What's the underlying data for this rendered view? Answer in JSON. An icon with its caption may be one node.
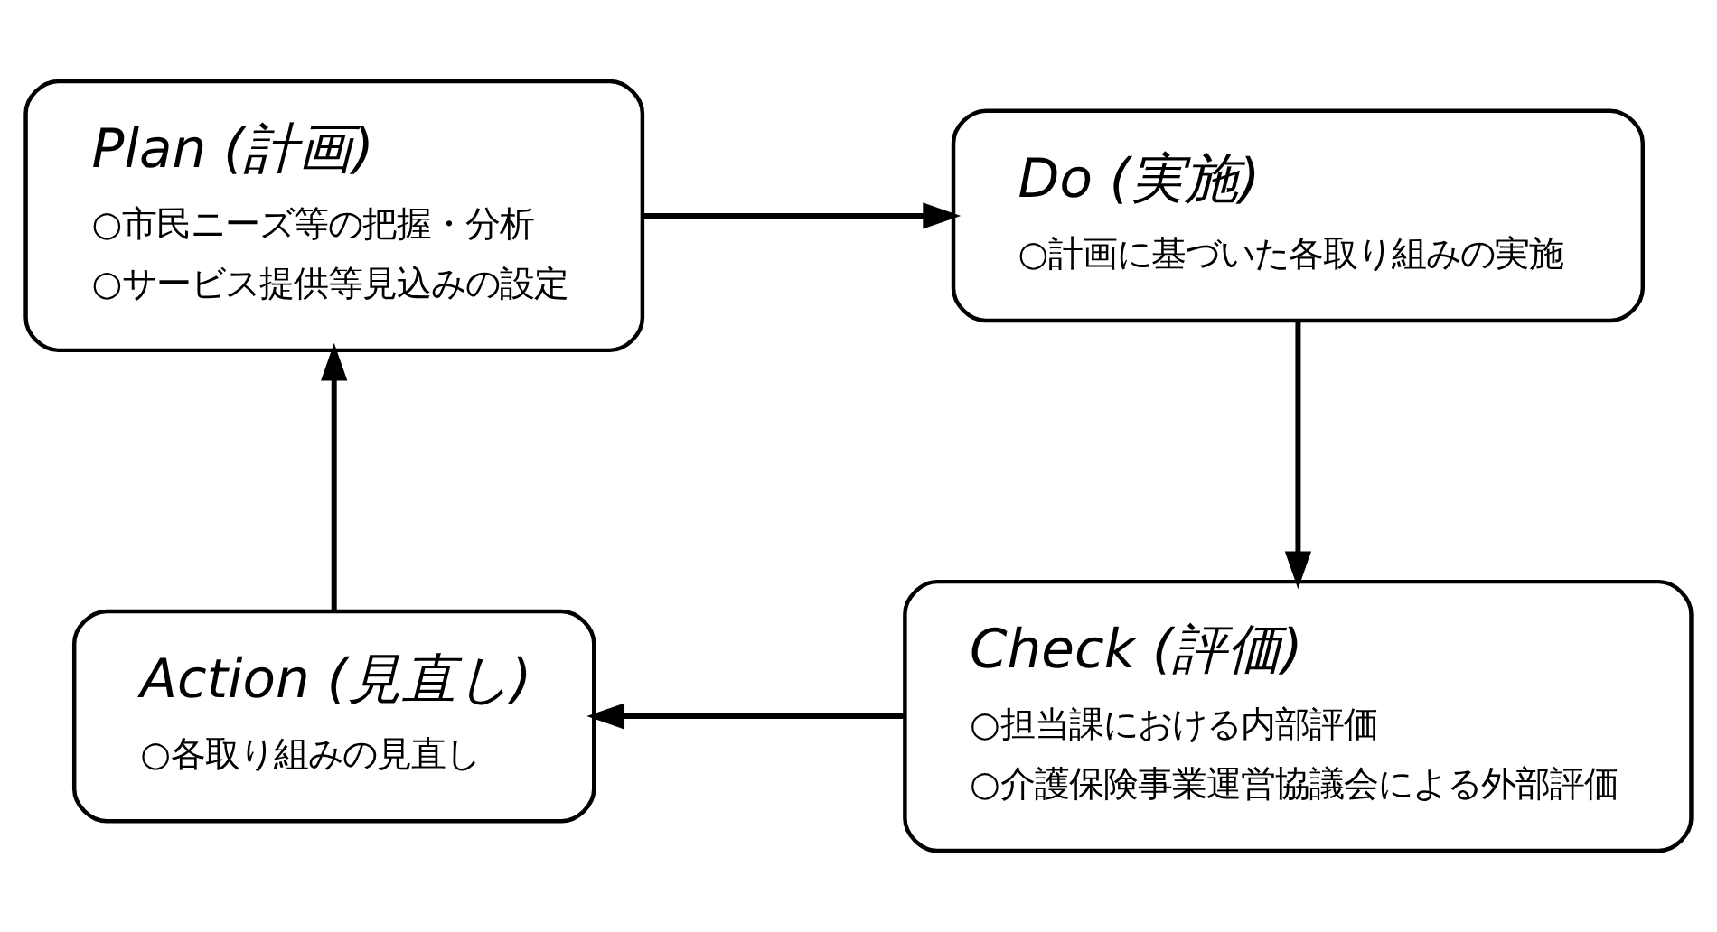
{
  "diagram": {
    "nodes": [
      {
        "text": [
          "Plan (計画)",
          "○市民ニーズ等の把握・分析",
          "○サービス提供等見込みの設定"
        ]
      },
      {
        "text": [
          "Do (実施)",
          "○計画に基づいた各取り組みの実施"
        ]
      },
      {
        "text": [
          "Check (評価)",
          "○担当課における内部評価",
          "○介護保険事業運営協議会による外部評価"
        ]
      },
      {
        "text": [
          "Action (見直し)",
          "○各取り組みの見直し"
        ]
      }
    ],
    "edges": [
      {
        "from": 0,
        "to": 1,
        "arrow": "to"
      },
      {
        "from": 1,
        "to": 2,
        "arrow": "to"
      },
      {
        "from": 2,
        "to": 3,
        "arrow": "to"
      },
      {
        "from": 3,
        "to": 0,
        "arrow": "to"
      }
    ]
  }
}
